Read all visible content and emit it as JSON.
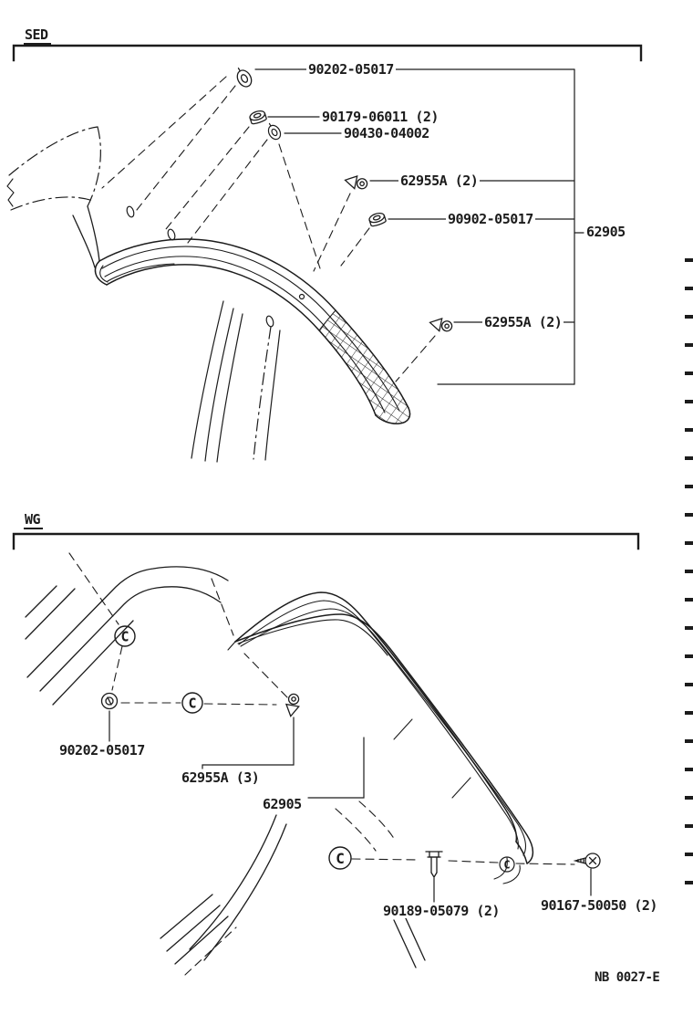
{
  "page": {
    "drawing_code": "NB 0027-E"
  },
  "colors": {
    "ink": "#1c1c1c",
    "paper": "#ffffff"
  },
  "sed": {
    "label": "SED",
    "parts": {
      "grommet_top": "90202-05017",
      "nut_upper": "90179-06011 (2)",
      "grommet_mid": "90430-04002",
      "clip_upper": "62955A (2)",
      "nut_lower": "90902-05017",
      "garnish_assembly": "62905",
      "clip_lower": "62955A (2)"
    }
  },
  "wg": {
    "label": "WG",
    "parts": {
      "grommet": "90202-05017",
      "clip": "62955A (3)",
      "garnish_assembly": "62905",
      "rivet": "90189-05079 (2)",
      "screw": "90167-50050 (2)"
    },
    "position_mark": "C"
  }
}
